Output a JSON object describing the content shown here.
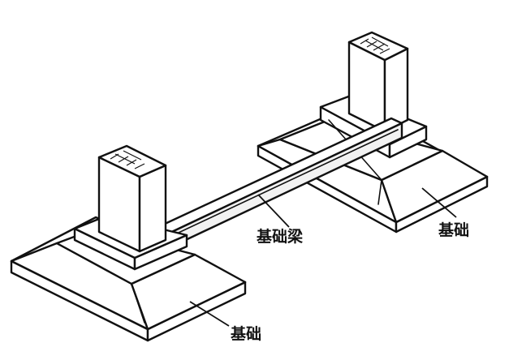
{
  "labels": {
    "beam": "基础梁",
    "footing_right": "基础",
    "footing_left": "基础"
  }
}
